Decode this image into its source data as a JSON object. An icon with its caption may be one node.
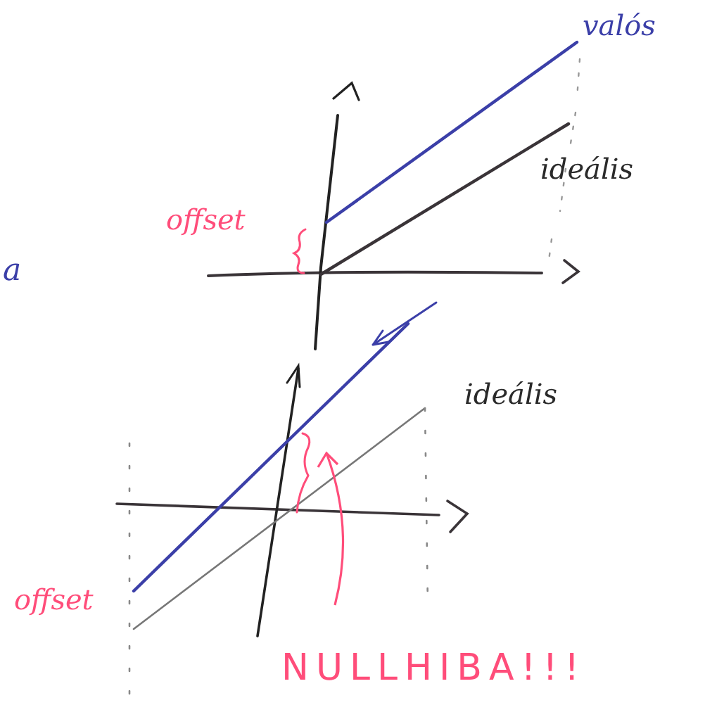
{
  "diagram": {
    "nodes": [
      {
        "text": [
          "NULLHIBA!!!"
        ]
      }
    ],
    "labels": [
      "valós",
      "ideális",
      "offset",
      "a",
      "ideális",
      "offset"
    ]
  }
}
